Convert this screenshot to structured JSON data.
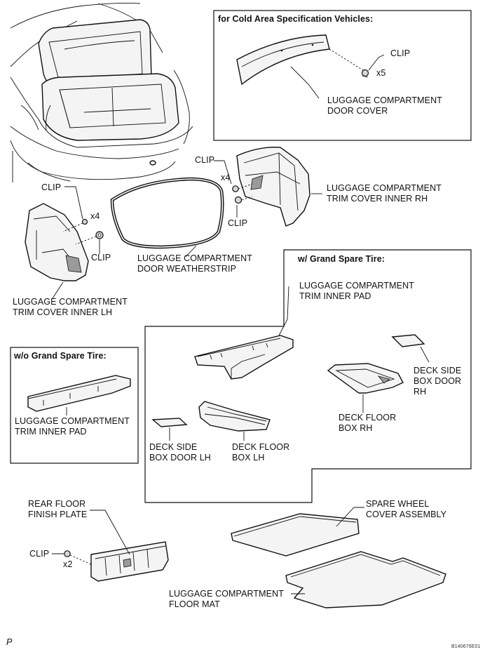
{
  "boxes": {
    "cold_area": "for Cold Area Specification Vehicles:",
    "grand_spare": "w/ Grand Spare Tire:",
    "no_grand_spare": "w/o Grand Spare Tire:"
  },
  "labels": {
    "clip_top": "CLIP",
    "x5": "x5",
    "door_cover": [
      "LUGGAGE COMPARTMENT",
      "DOOR COVER"
    ],
    "clip_rh_top": "CLIP",
    "x4_rh": "x4",
    "clip_rh_bottom": "CLIP",
    "trim_cover_rh": [
      "LUGGAGE COMPARTMENT",
      "TRIM COVER INNER RH"
    ],
    "clip_lh_top": "CLIP",
    "x4_lh": "x4",
    "clip_lh_bottom": "CLIP",
    "weatherstrip": [
      "LUGGAGE COMPARTMENT",
      "DOOR WEATHERSTRIP"
    ],
    "trim_cover_lh": [
      "LUGGAGE COMPARTMENT",
      "TRIM COVER INNER LH"
    ],
    "trim_pad_grand": [
      "LUGGAGE COMPARTMENT",
      "TRIM INNER PAD"
    ],
    "deck_side_rh": [
      "DECK SIDE",
      "BOX DOOR",
      "RH"
    ],
    "deck_floor_rh": [
      "DECK FLOOR",
      "BOX RH"
    ],
    "trim_pad_no_grand": [
      "LUGGAGE COMPARTMENT",
      "TRIM INNER PAD"
    ],
    "deck_side_lh": [
      "DECK SIDE",
      "BOX DOOR LH"
    ],
    "deck_floor_lh": [
      "DECK FLOOR",
      "BOX LH"
    ],
    "rear_floor_plate": [
      "REAR FLOOR",
      "FINISH PLATE"
    ],
    "clip_floor": "CLIP",
    "x2": "x2",
    "spare_wheel_cover": [
      "SPARE WHEEL",
      "COVER ASSEMBLY"
    ],
    "floor_mat": [
      "LUGGAGE COMPARTMENT",
      "FLOOR MAT"
    ]
  },
  "footer": {
    "left_mark": "P",
    "figure_code": "B140676E01"
  }
}
